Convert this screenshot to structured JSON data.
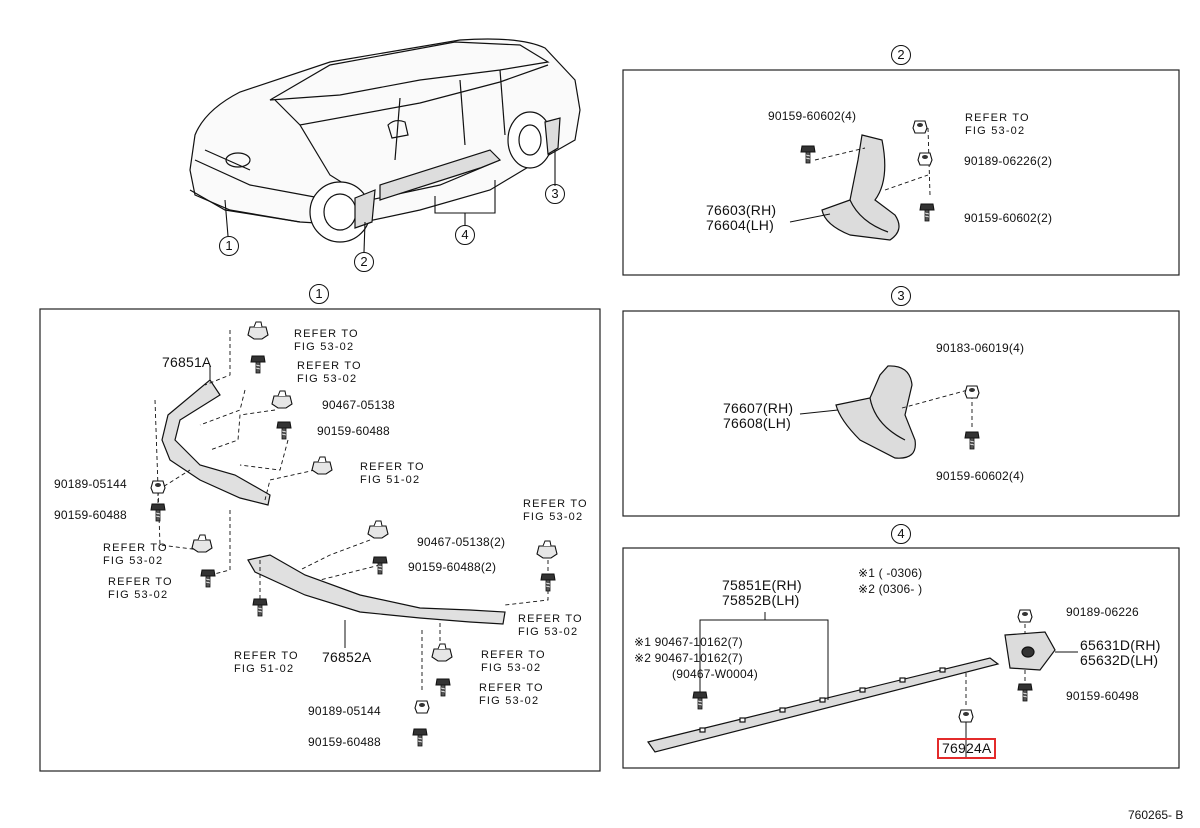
{
  "figure_number": "760265- B",
  "callouts": {
    "c1": "1",
    "c2": "2",
    "c3": "3",
    "c4": "4"
  },
  "colors": {
    "highlight": "#e32b2b",
    "line": "#111111",
    "fill": "#dcdcdc"
  },
  "panel1": {
    "part_76851A": "76851A",
    "part_76852A": "76852A",
    "ref_a_1": "REFER TO",
    "ref_a_2": "FIG 53-02",
    "ref_b_1": "REFER TO",
    "ref_b_2": "FIG 53-02",
    "p_90467_05138": "90467-05138",
    "p_90159_60488_a": "90159-60488",
    "ref_c_1": "REFER TO",
    "ref_c_2": "FIG 51-02",
    "p_90189_05144_a": "90189-05144",
    "p_90159_60488_b": "90159-60488",
    "ref_d_1": "REFER TO",
    "ref_d_2": "FIG 53-02",
    "ref_e_1": "REFER TO",
    "ref_e_2": "FIG 53-02",
    "ref_f_1": "REFER TO",
    "ref_f_2": "FIG 53-02",
    "p_90467_05138_2": "90467-05138(2)",
    "p_90159_60488_2": "90159-60488(2)",
    "ref_g_1": "REFER TO",
    "ref_g_2": "FIG 53-02",
    "ref_h_1": "REFER TO",
    "ref_h_2": "FIG 51-02",
    "ref_i_1": "REFER TO",
    "ref_i_2": "FIG 53-02",
    "ref_j_1": "REFER TO",
    "ref_j_2": "FIG 53-02",
    "p_90189_05144_b": "90189-05144",
    "p_90159_60488_c": "90159-60488"
  },
  "panel2": {
    "p_90159_60602_4": "90159-60602(4)",
    "ref_1": "REFER TO",
    "ref_2": "FIG 53-02",
    "p_90189_06226_2": "90189-06226(2)",
    "p_rh": "76603(RH)",
    "p_lh": "76604(LH)",
    "p_90159_60602_2": "90159-60602(2)"
  },
  "panel3": {
    "p_90183_06019_4": "90183-06019(4)",
    "p_rh": "76607(RH)",
    "p_lh": "76608(LH)",
    "p_90159_60602_4": "90159-60602(4)"
  },
  "panel4": {
    "note1": "※1 (      -0306)",
    "note2": "※2 (0306-      )",
    "p_rh": "75851E(RH)",
    "p_lh": "75852B(LH)",
    "c1_part": "※1   90467-10162(7)",
    "c2_part": "※2   90467-10162(7)",
    "c3_part": "(90467-W0004)",
    "p_90189_06226": "90189-06226",
    "p_65631D": "65631D(RH)",
    "p_65632D": "65632D(LH)",
    "p_90159_60498": "90159-60498",
    "p_76924A": "76924A"
  }
}
